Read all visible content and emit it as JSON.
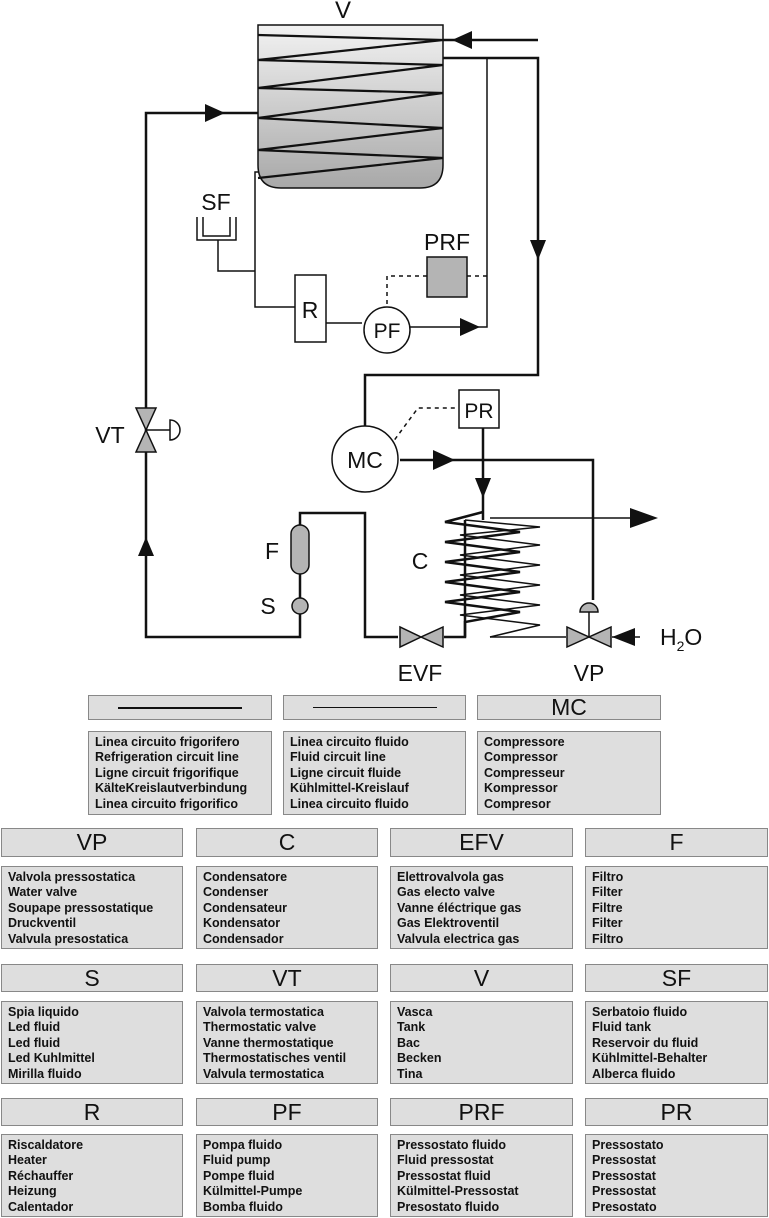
{
  "diagram": {
    "labels": {
      "V": "V",
      "SF": "SF",
      "PRF": "PRF",
      "R": "R",
      "PF": "PF",
      "VT": "VT",
      "MC": "MC",
      "PR": "PR",
      "F": "F",
      "S": "S",
      "C": "C",
      "EVF": "EVF",
      "VP": "VP",
      "H": "H",
      "sub2": "2",
      "O": "O"
    }
  },
  "legend": {
    "line_groups": [
      {
        "type": "line-thick",
        "items": [
          "Linea circuito frigorifero",
          "Refrigeration circuit line",
          "Ligne circuit frigorifique",
          "KälteKreislautverbindung",
          "Linea circuito frigorifico"
        ]
      },
      {
        "type": "line-thin",
        "items": [
          "Linea circuito fluido",
          "Fluid circuit line",
          "Ligne circuit fluide",
          "Kühlmittel-Kreislauf",
          "Linea circuito fluido"
        ]
      },
      {
        "title": "MC",
        "items": [
          "Compressore",
          "Compressor",
          "Compresseur",
          "Kompressor",
          "Compresor"
        ]
      }
    ],
    "rows": [
      [
        {
          "title": "VP",
          "items": [
            "Valvola pressostatica",
            "Water valve",
            "Soupape pressostatique",
            "Druckventil",
            "Valvula presostatica"
          ]
        },
        {
          "title": "C",
          "items": [
            "Condensatore",
            "Condenser",
            "Condensateur",
            "Kondensator",
            "Condensador"
          ]
        },
        {
          "title": "EFV",
          "items": [
            "Elettrovalvola gas",
            "Gas electo valve",
            "Vanne éléctrique gas",
            "Gas Elektroventil",
            "Valvula electrica gas"
          ]
        },
        {
          "title": "F",
          "items": [
            "Filtro",
            "Filter",
            "Filtre",
            "Filter",
            "Filtro"
          ]
        }
      ],
      [
        {
          "title": "S",
          "items": [
            "Spia liquido",
            "Led fluid",
            "Led fluid",
            "Led Kuhlmittel",
            "Mirilla fluido"
          ]
        },
        {
          "title": "VT",
          "items": [
            "Valvola termostatica",
            "Thermostatic valve",
            "Vanne thermostatique",
            "Thermostatisches ventil",
            "Valvula termostatica"
          ]
        },
        {
          "title": "V",
          "items": [
            "Vasca",
            "Tank",
            "Bac",
            "Becken",
            "Tina"
          ]
        },
        {
          "title": "SF",
          "items": [
            "Serbatoio fluido",
            "Fluid tank",
            "Reservoir du fluid",
            "Kühlmittel-Behalter",
            "Alberca fluido"
          ]
        }
      ],
      [
        {
          "title": "R",
          "items": [
            "Riscaldatore",
            "Heater",
            "Réchauffer",
            "Heizung",
            "Calentador"
          ]
        },
        {
          "title": "PF",
          "items": [
            "Pompa fluido",
            "Fluid pump",
            "Pompe fluid",
            "Külmittel-Pumpe",
            "Bomba fluido"
          ]
        },
        {
          "title": "PRF",
          "items": [
            "Pressostato fluido",
            "Fluid pressostat",
            "Pressostat fluid",
            "Külmittel-Pressostat",
            "Presostato fluido"
          ]
        },
        {
          "title": "PR",
          "items": [
            "Pressostato",
            "Pressostat",
            "Pressostat",
            "Pressostat",
            "Presostato"
          ]
        }
      ]
    ]
  },
  "colors": {
    "panel": "#dedede",
    "component_fill": "#b4b4b4",
    "line": "#111111"
  }
}
